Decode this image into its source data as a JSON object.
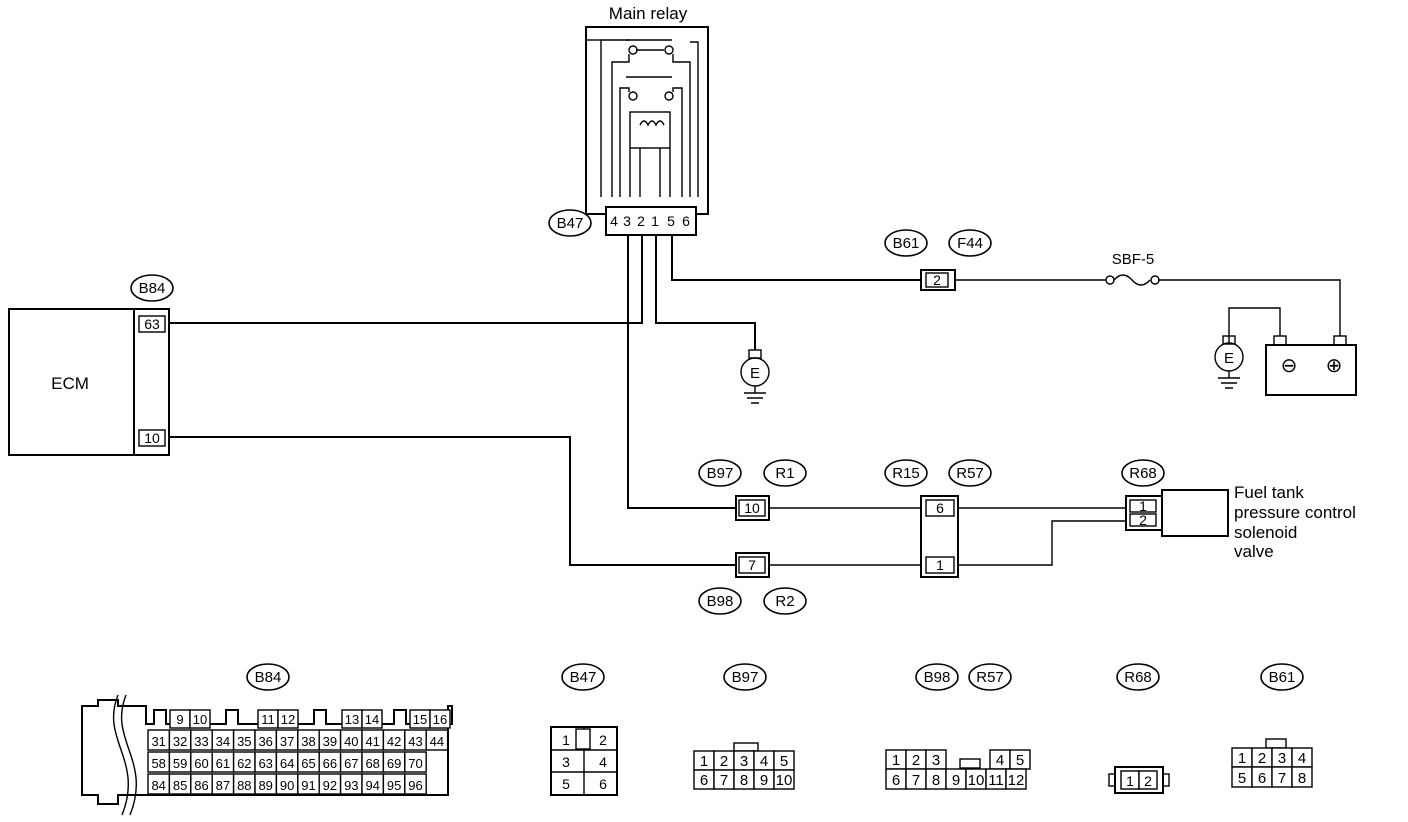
{
  "components": {
    "main_relay": "Main relay",
    "ecm": "ECM",
    "fuse": "SBF-5",
    "ground": "E",
    "battery_neg": "⊖",
    "battery_pos": "⊕",
    "valve_line1": "Fuel tank",
    "valve_line2": "pressure control",
    "valve_line3": "solenoid",
    "valve_line4": "valve"
  },
  "connector_ids": {
    "B47": "B47",
    "B84": "B84",
    "B61": "B61",
    "F44": "F44",
    "B97": "B97",
    "R1": "R1",
    "R15": "R15",
    "R57": "R57",
    "R68": "R68",
    "B98": "B98",
    "R2": "R2"
  },
  "pins": {
    "b47_relay": [
      "4",
      "3",
      "2",
      "1",
      "5",
      "6"
    ],
    "b84_63": "63",
    "b84_10": "10",
    "b61_2": "2",
    "b97_10": "10",
    "b98_7": "7",
    "r57_6": "6",
    "r57_1": "1",
    "r68_1": "1",
    "r68_2": "2"
  },
  "views": {
    "b84": {
      "id": "B84",
      "row1": [
        "9",
        "10",
        "11",
        "12",
        "13",
        "14",
        "15",
        "16"
      ],
      "row2": [
        "31",
        "32",
        "33",
        "34",
        "35",
        "36",
        "37",
        "38",
        "39",
        "40",
        "41",
        "42",
        "43",
        "44"
      ],
      "row3": [
        "58",
        "59",
        "60",
        "61",
        "62",
        "63",
        "64",
        "65",
        "66",
        "67",
        "68",
        "69",
        "70"
      ],
      "row4": [
        "84",
        "85",
        "86",
        "87",
        "88",
        "89",
        "90",
        "91",
        "92",
        "93",
        "94",
        "95",
        "96"
      ]
    },
    "b47": {
      "id": "B47",
      "cells": [
        "1",
        "2",
        "3",
        "4",
        "5",
        "6"
      ]
    },
    "b97": {
      "id": "B97",
      "row1": [
        "1",
        "2",
        "3",
        "4",
        "5"
      ],
      "row2": [
        "6",
        "7",
        "8",
        "9",
        "10"
      ]
    },
    "b98r57": {
      "id1": "B98",
      "id2": "R57",
      "row1a": [
        "1",
        "2",
        "3"
      ],
      "row1b": [
        "4",
        "5"
      ],
      "row2": [
        "6",
        "7",
        "8",
        "9",
        "10",
        "11",
        "12"
      ]
    },
    "r68": {
      "id": "R68",
      "cells": [
        "1",
        "2"
      ]
    },
    "b61": {
      "id": "B61",
      "row1": [
        "1",
        "2",
        "3",
        "4"
      ],
      "row2": [
        "5",
        "6",
        "7",
        "8"
      ]
    }
  }
}
